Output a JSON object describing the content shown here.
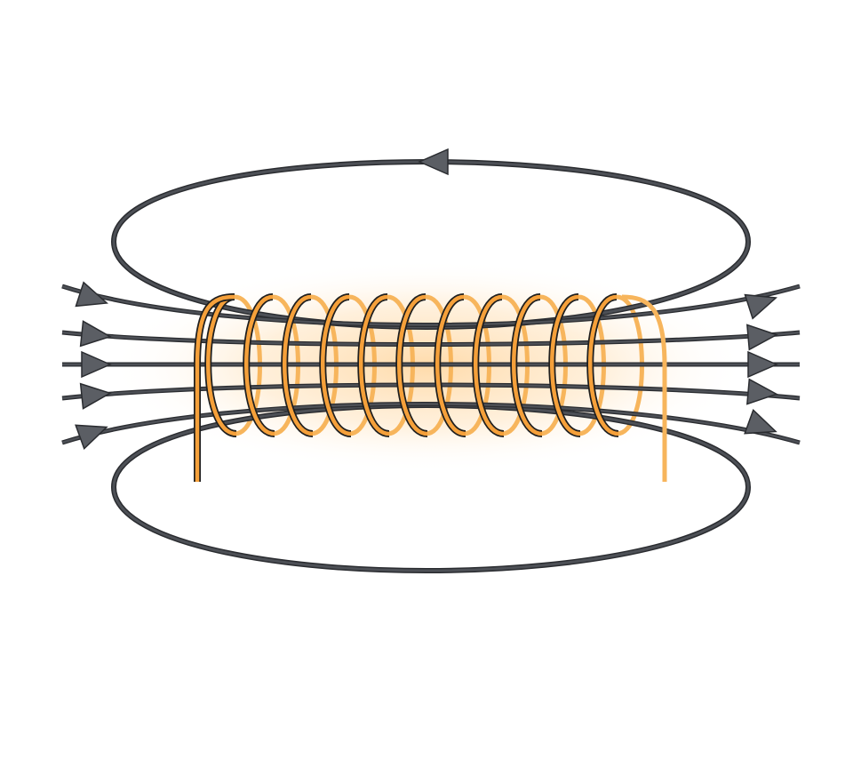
{
  "diagram": {
    "subject": "solenoid-magnetic-field",
    "coil_turns": 11,
    "colors": {
      "background": "#ffffff",
      "coil_front": "#f5a03a",
      "coil_front_outline": "#1f1f1f",
      "coil_back": "#f7b55c",
      "field_line": "#4d5056",
      "field_line_outline": "#2a2c30",
      "arrowhead": "#5b5e64",
      "glow": "#ffd9a6"
    },
    "field_lines": {
      "outer_loops": 2,
      "straight_lines": 5,
      "direction": "left-to-right-inside-coil"
    }
  }
}
